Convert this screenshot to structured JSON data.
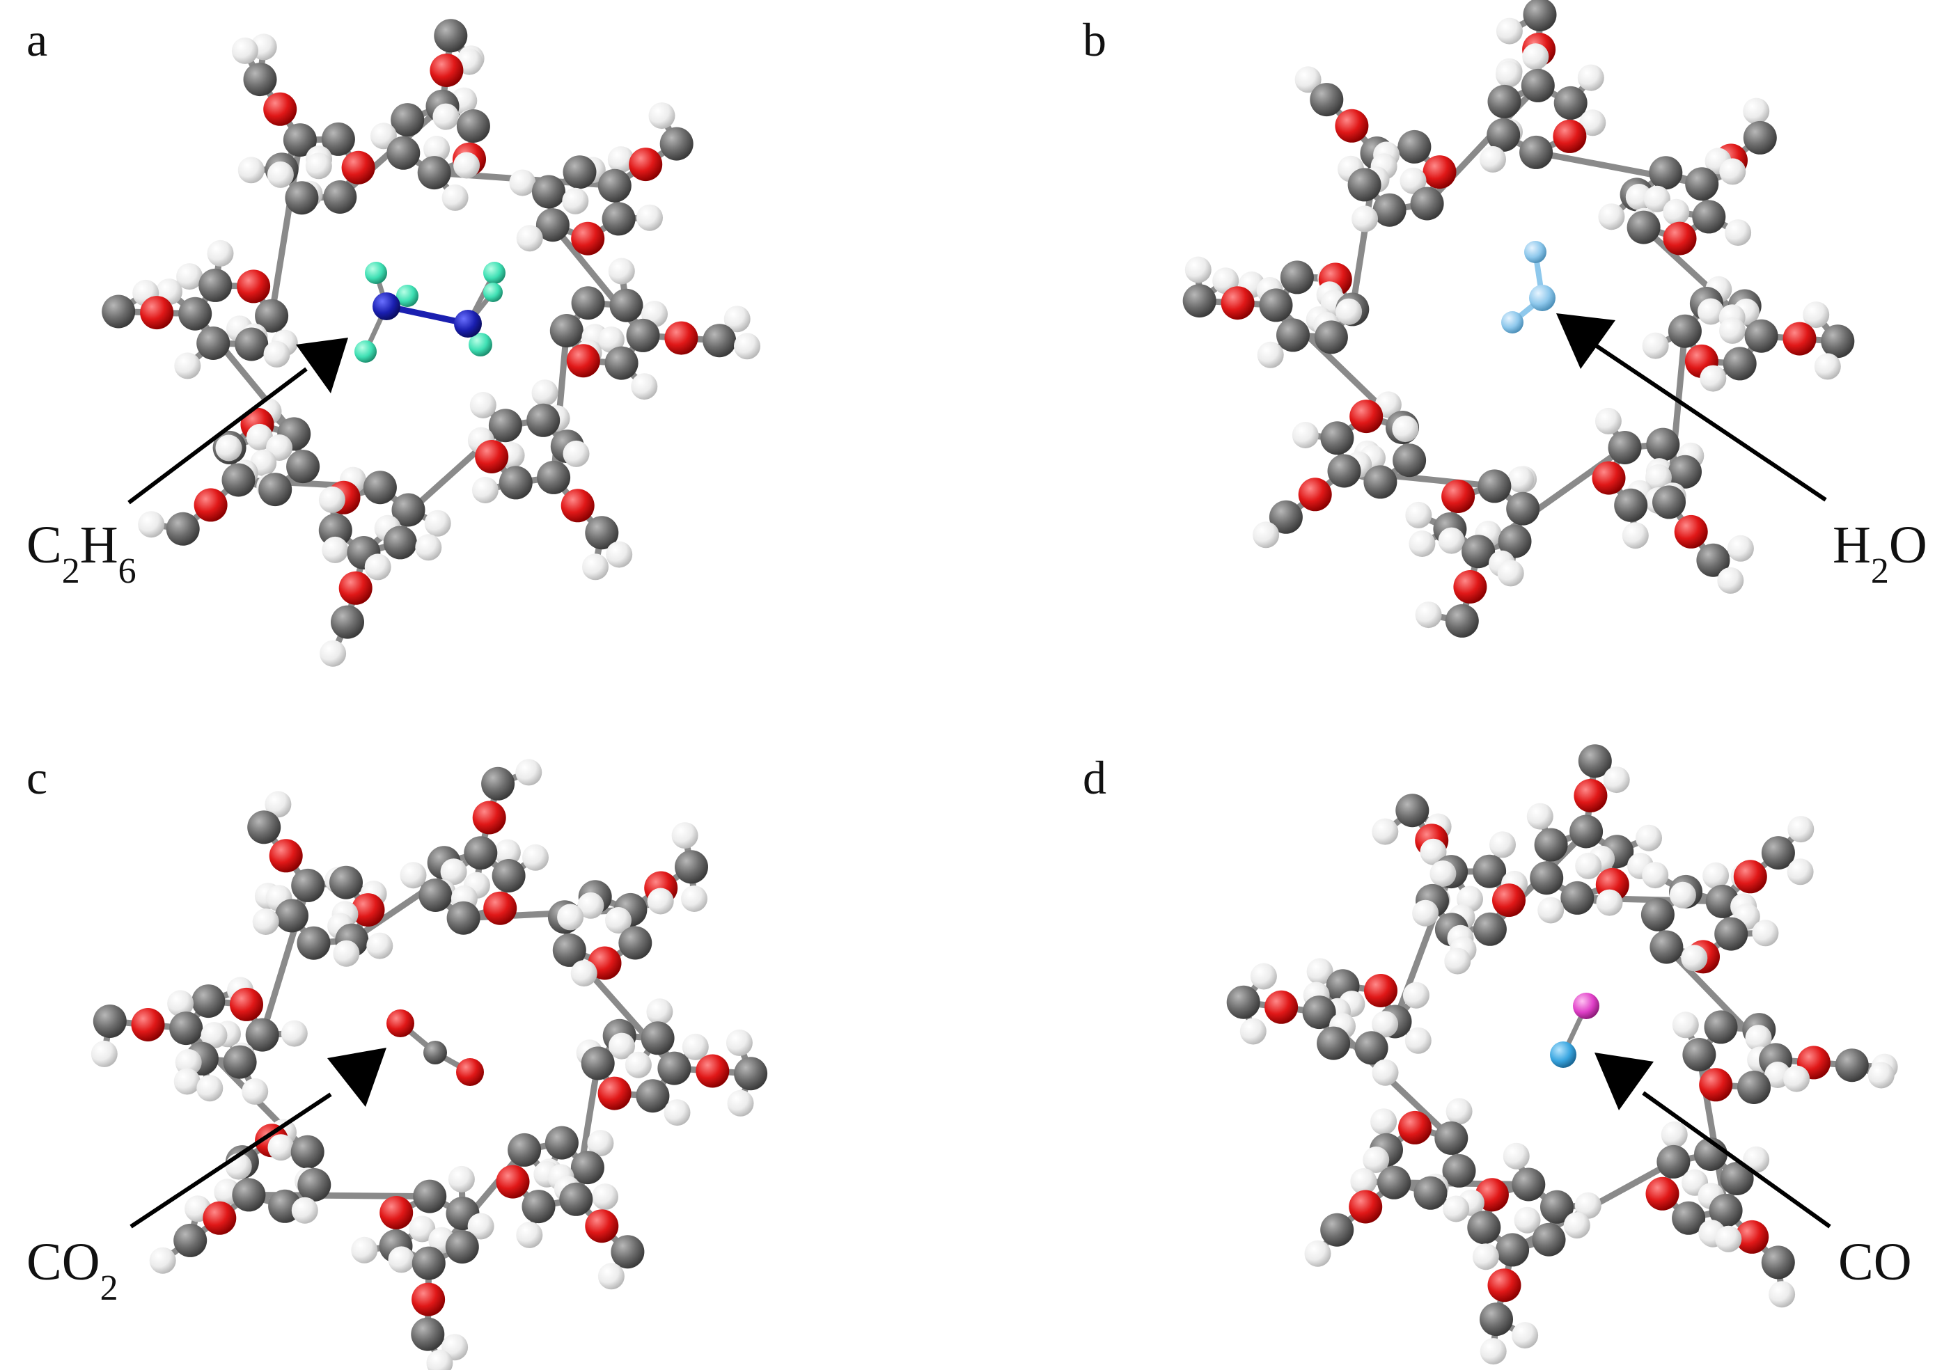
{
  "panels": [
    {
      "letter": "a",
      "molecule_label": {
        "base": [
          "C",
          "H"
        ],
        "subs": [
          "2",
          "6"
        ]
      },
      "guest_colors": {
        "atom_primary": "#1a1fb0",
        "atom_secondary": "#3fe0b4"
      }
    },
    {
      "letter": "b",
      "molecule_label": {
        "base": [
          "H",
          "O"
        ],
        "subs": [
          "2",
          ""
        ]
      },
      "guest_colors": {
        "atom_primary": "#8ec8ec"
      }
    },
    {
      "letter": "c",
      "molecule_label": {
        "base": [
          "CO"
        ],
        "subs": [
          "2"
        ]
      },
      "guest_colors": {
        "atom_primary": "#e01818",
        "atom_secondary": "#777777"
      }
    },
    {
      "letter": "d",
      "molecule_label": {
        "base": [
          "CO"
        ],
        "subs": [
          ""
        ]
      },
      "guest_colors": {
        "atom_primary": "#3aa6e0",
        "atom_secondary": "#e040c8"
      }
    }
  ],
  "atom_colors": {
    "carbon": "#6e6e6e",
    "oxygen": "#e01818",
    "hydrogen": "#f2f2f2",
    "bond": "#8a8a8a"
  }
}
